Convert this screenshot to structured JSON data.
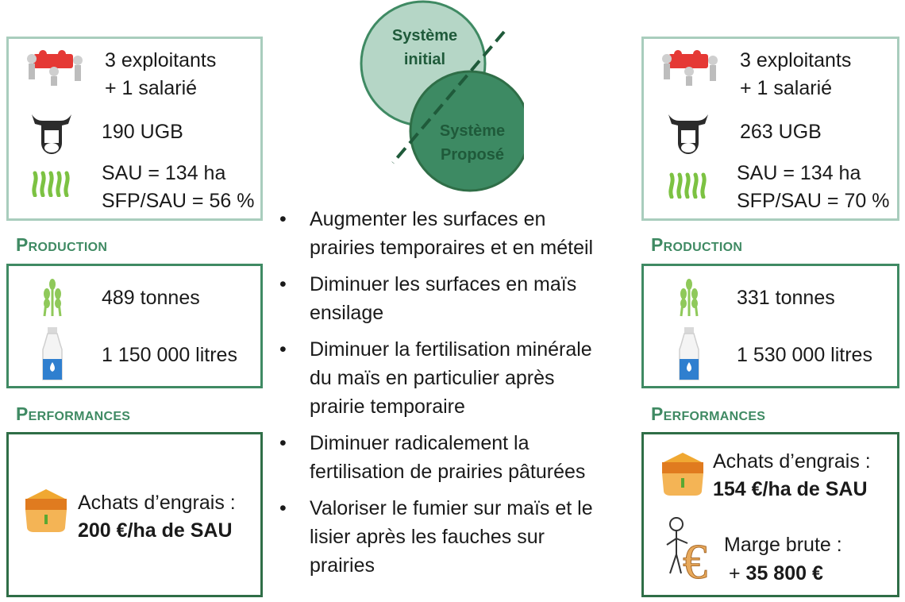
{
  "header": {
    "initial_line1": "Système",
    "initial_line2": "initial",
    "proposed_line1": "Système",
    "proposed_line2": "Proposé"
  },
  "left": {
    "farmers_line1": "3 exploitants",
    "farmers_line2": "+ 1 salarié",
    "ugb": "190 UGB",
    "sau": "SAU = 134 ha",
    "sfp": "SFP/SAU = 56 %",
    "production_title": "Production",
    "grain": "489 tonnes",
    "milk": "1 150 000 litres",
    "performances_title": "Performances",
    "fert_label": "Achats d’engrais :",
    "fert_value": "200 €/ha de SAU"
  },
  "right": {
    "farmers_line1": "3 exploitants",
    "farmers_line2": "+ 1 salarié",
    "ugb": "263 UGB",
    "sau": "SAU = 134 ha",
    "sfp": "SFP/SAU = 70 %",
    "production_title": "Production",
    "grain": "331 tonnes",
    "milk": "1 530 000 litres",
    "performances_title": "Performances",
    "fert_label": "Achats d’engrais :",
    "fert_value": "154 €/ha de SAU",
    "margin_label": "Marge brute :",
    "margin_prefix": "+ ",
    "margin_value": "35 800 €"
  },
  "actions": [
    {
      "line1": "Augmenter les surfaces en",
      "line2": "prairies temporaires et en méteil"
    },
    {
      "line1": "Diminuer les surfaces en maïs",
      "line2": "ensilage"
    },
    {
      "line1": "Diminuer la fertilisation minérale",
      "line2": "du maïs en particulier après",
      "line3": "prairie temporaire"
    },
    {
      "line1": "Diminuer radicalement la",
      "line2": "fertilisation de prairies pâturées"
    },
    {
      "line1": "Valoriser le fumier sur maïs et le",
      "line2": "lisier après les fauches sur",
      "line3": "prairies"
    }
  ],
  "colors": {
    "light_green": "#a9cdbd",
    "mid_green": "#3f8a63",
    "dark_green": "#2f6e47",
    "circle_initial": "#b5d6c6",
    "circle_proposed": "#3d8a63"
  },
  "icons": [
    "puzzle-people-icon",
    "cow-icon",
    "grass-icon",
    "wheat-icon",
    "milk-bottle-icon",
    "fertilizer-bag-icon",
    "stick-figure-euro-icon"
  ]
}
